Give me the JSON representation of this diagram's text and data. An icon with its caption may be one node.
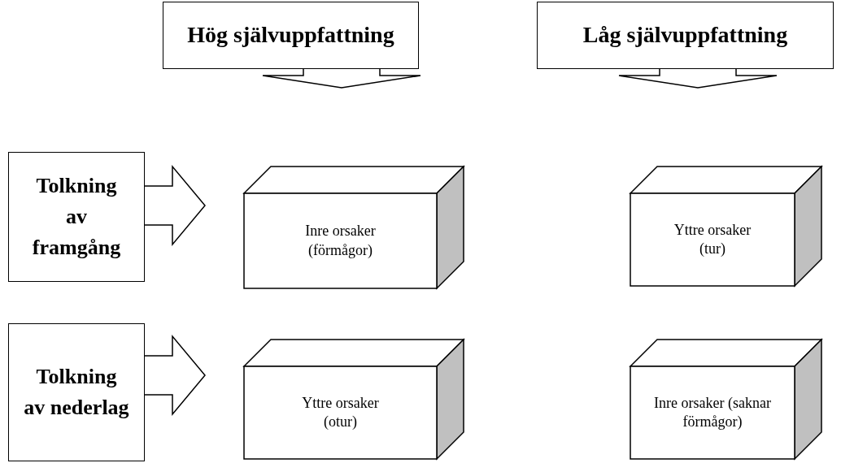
{
  "diagram": {
    "nodes": [
      {
        "text": [
          "Hög självuppfattning"
        ]
      },
      {
        "text": [
          "Låg självuppfattning"
        ]
      },
      {
        "text": [
          "Tolkning av framgång"
        ]
      },
      {
        "text": [
          "Tolkning av nederlag"
        ]
      },
      {
        "text": [
          "Inre orsaker (förmågor)"
        ]
      },
      {
        "text": [
          "Yttre orsaker (tur)"
        ]
      },
      {
        "text": [
          "Yttre orsaker (otur)"
        ]
      },
      {
        "text": [
          "Inre orsaker (saknar förmågor)"
        ]
      }
    ],
    "edges": [
      {
        "from": 0,
        "to": null,
        "arrow": "to"
      },
      {
        "from": 1,
        "to": null,
        "arrow": "to"
      },
      {
        "from": 2,
        "to": null,
        "arrow": "to"
      },
      {
        "from": 3,
        "to": null,
        "arrow": "to"
      }
    ]
  }
}
